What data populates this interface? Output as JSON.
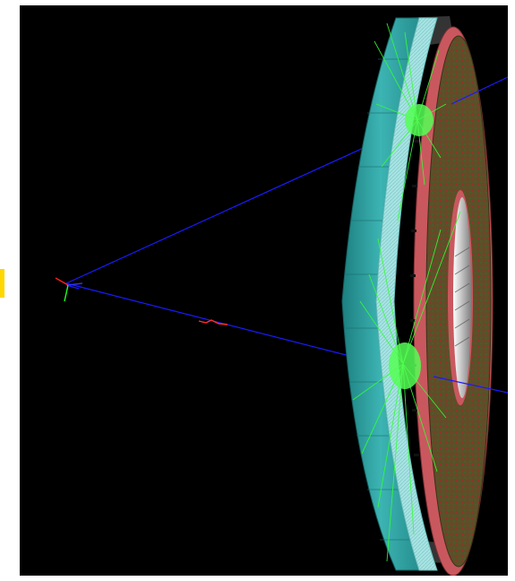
{
  "scene": {
    "background_color": "#000000",
    "marker_color": "#ffd700",
    "colors": {
      "outer_ring": "#2aa3a3",
      "inner_ring": "#9adede",
      "back_disk": "#c9585e",
      "disk_face": "#6a5a2d",
      "hits": "#33ff33",
      "tracks": "#1a1aff",
      "axis_x": "#ff2020",
      "axis_y": "#20ff20"
    },
    "objects": [
      "origin-axes",
      "track-lines",
      "outer-ring",
      "inner-ring",
      "back-disk",
      "disk-face",
      "central-hole",
      "hit-sprays"
    ]
  }
}
